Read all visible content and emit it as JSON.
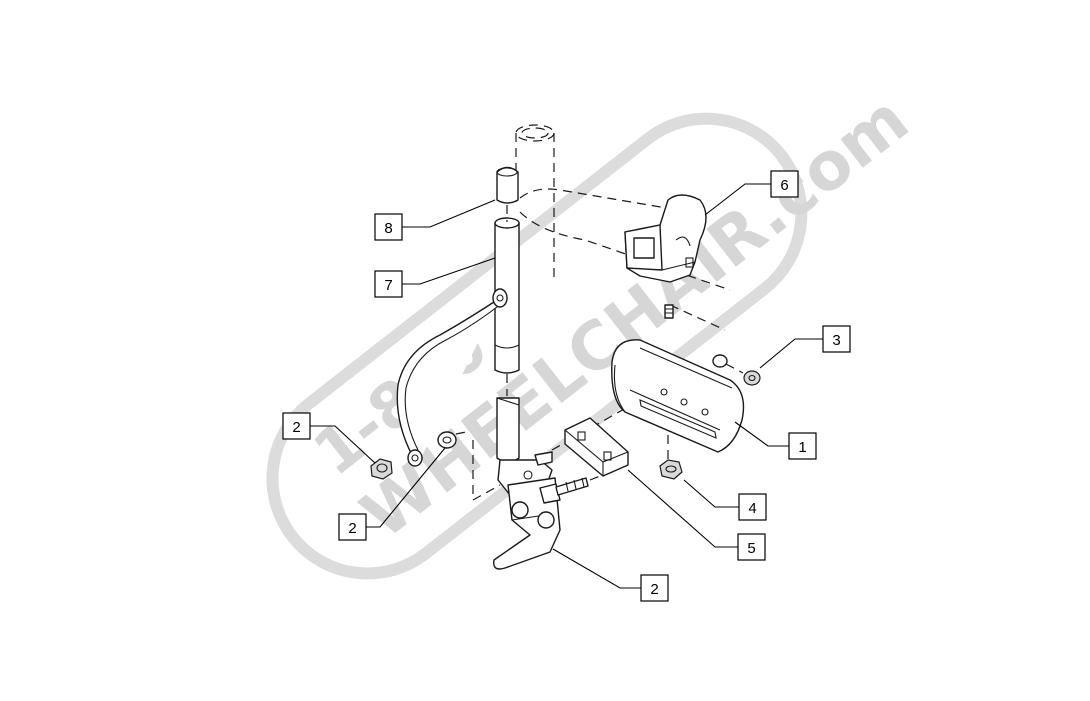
{
  "watermark": {
    "line1": "1-800",
    "line2": "WHEELCHAIR",
    "suffix": ".com",
    "color": "#d6d6d6"
  },
  "callouts": [
    {
      "id": "c8",
      "label": "8"
    },
    {
      "id": "c7",
      "label": "7"
    },
    {
      "id": "c6",
      "label": "6"
    },
    {
      "id": "c3",
      "label": "3"
    },
    {
      "id": "c1",
      "label": "1"
    },
    {
      "id": "c4",
      "label": "4"
    },
    {
      "id": "c5",
      "label": "5"
    },
    {
      "id": "c2a",
      "label": "2"
    },
    {
      "id": "c2b",
      "label": "2"
    },
    {
      "id": "c2c",
      "label": "2"
    }
  ]
}
